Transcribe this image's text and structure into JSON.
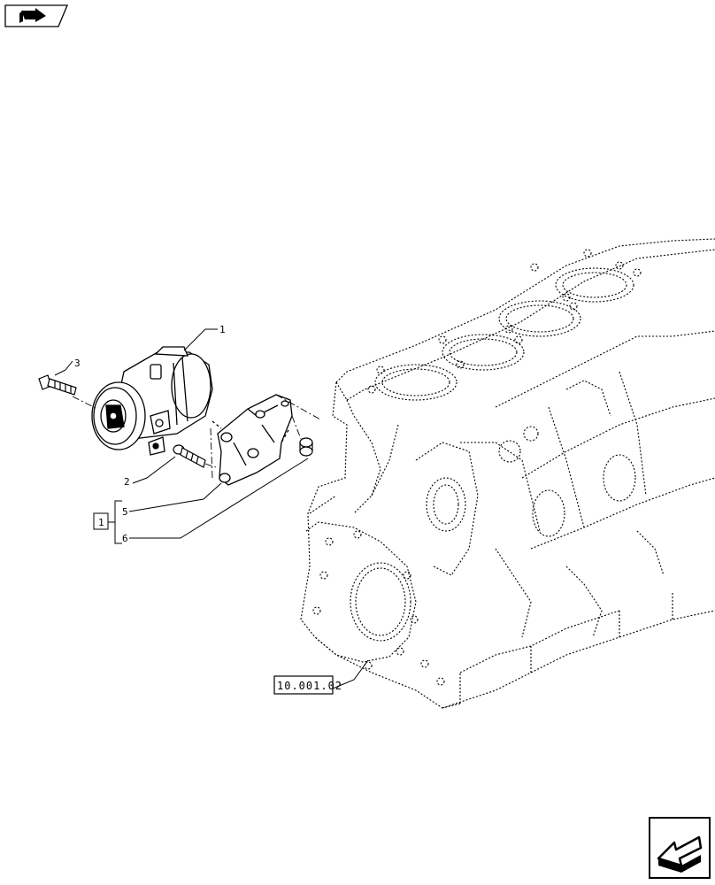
{
  "callouts": {
    "part_1": "1",
    "part_2": "2",
    "part_3": "3",
    "part_5": "5",
    "part_6": "6",
    "kit_box": "1"
  },
  "reference": {
    "label": "10.001.02"
  },
  "icons": {
    "top_left": "book-arrow-icon",
    "bottom_right": "next-page-arrow-icon"
  }
}
